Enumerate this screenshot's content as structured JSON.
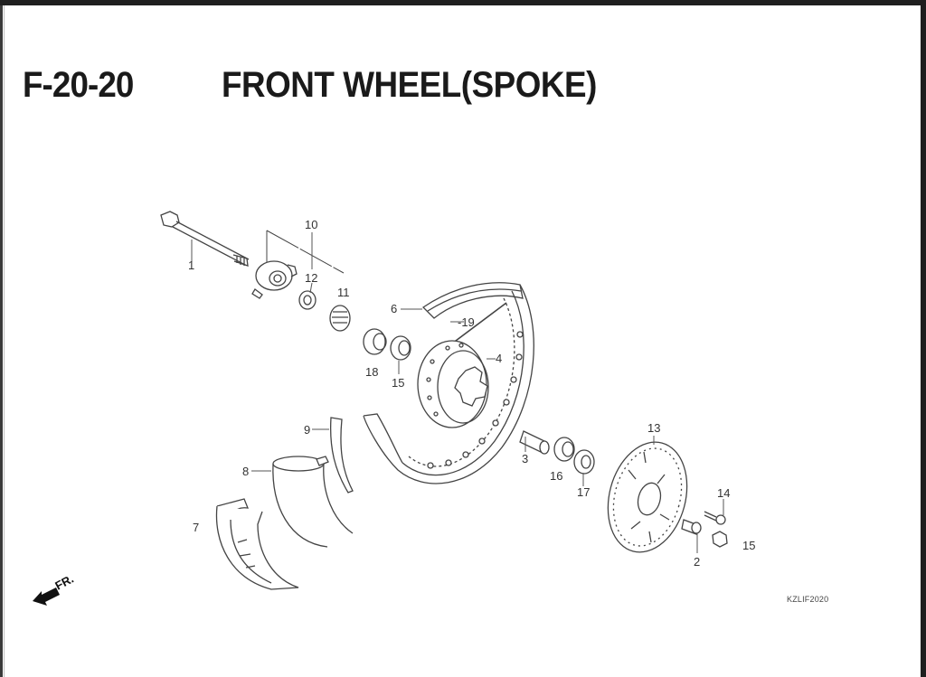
{
  "header": {
    "code": "F-20-20",
    "title": "FRONT WHEEL(SPOKE)"
  },
  "diagram": {
    "reference_code": "KZLIF2020",
    "direction_indicator": {
      "label": "FR.",
      "icon": "arrow-front-icon"
    },
    "callouts": [
      {
        "id": "1",
        "label": "1"
      },
      {
        "id": "2",
        "label": "2"
      },
      {
        "id": "3",
        "label": "3"
      },
      {
        "id": "4",
        "label": "4"
      },
      {
        "id": "6",
        "label": "6"
      },
      {
        "id": "7",
        "label": "7"
      },
      {
        "id": "8",
        "label": "8"
      },
      {
        "id": "9",
        "label": "9"
      },
      {
        "id": "10",
        "label": "10"
      },
      {
        "id": "11",
        "label": "11"
      },
      {
        "id": "12",
        "label": "12"
      },
      {
        "id": "13",
        "label": "13"
      },
      {
        "id": "14",
        "label": "14"
      },
      {
        "id": "15a",
        "label": "15"
      },
      {
        "id": "15b",
        "label": "15"
      },
      {
        "id": "16",
        "label": "16"
      },
      {
        "id": "17",
        "label": "17"
      },
      {
        "id": "18",
        "label": "18"
      },
      {
        "id": "19",
        "label": "-19"
      }
    ]
  },
  "colors": {
    "ink": "#1a1a1a",
    "line": "#444444",
    "paper": "#ffffff"
  }
}
